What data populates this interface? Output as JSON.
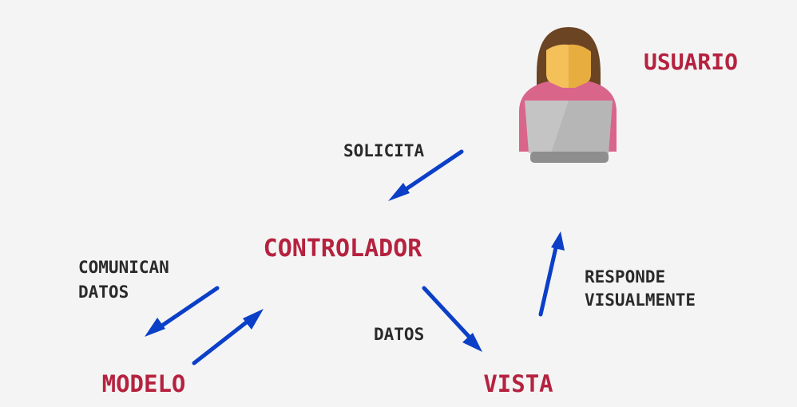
{
  "nodes": {
    "usuario": "USUARIO",
    "controlador": "CONTROLADOR",
    "modelo": "MODELO",
    "vista": "VISTA"
  },
  "edges": {
    "solicita": "SOLICITA",
    "comunican_line1": "COMUNICAN",
    "comunican_line2": "DATOS",
    "datos": "DATOS",
    "responde_line1": "RESPONDE",
    "responde_line2": "VISUALMENTE"
  },
  "colors": {
    "background": "#f4f4f4",
    "node_text": "#b5223f",
    "edge_text": "#2a2a2a",
    "arrow": "#0b3fc8",
    "hair": "#6b4423",
    "skin": "#f3c05a",
    "shirt": "#d9658b",
    "laptop": "#c4c4c4",
    "laptop_base": "#8e8e8e"
  },
  "icons": {
    "user": "user-with-laptop-icon"
  }
}
